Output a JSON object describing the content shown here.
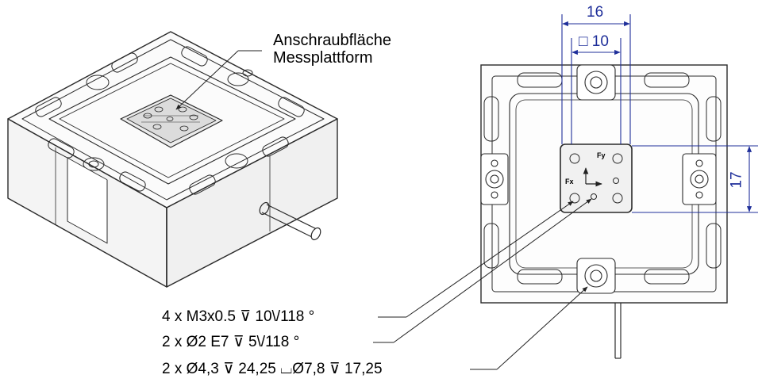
{
  "annotations": {
    "surface_line1": "Anschraubfläche",
    "surface_line2": "Messplattform",
    "callout_thread": "4 x M3x0.5 ⊽ 10\\/118 °",
    "callout_pin": "2 x Ø2 E7 ⊽ 5\\/118 °",
    "callout_bore": "2 x Ø4,3 ⊽ 24,25 ⌴Ø7,8 ⊽ 17,25",
    "fx_label": "Fx",
    "fy_label": "Fy"
  },
  "dimensions": {
    "width_outer": "16",
    "width_inner": "□ 10",
    "height": "17"
  },
  "colors": {
    "line": "#2a2a2a",
    "dimension": "#1f2f9a"
  }
}
